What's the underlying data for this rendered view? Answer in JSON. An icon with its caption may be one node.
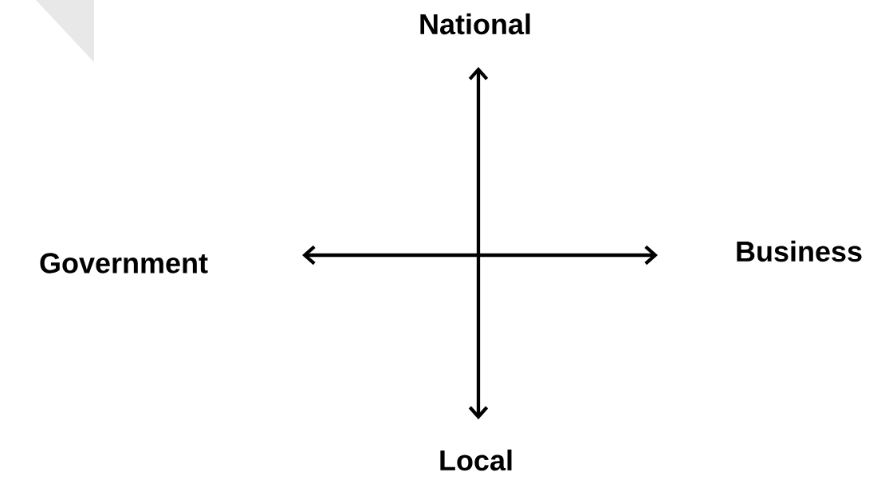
{
  "diagram": {
    "labels": [
      "National",
      "Government",
      "Business",
      "Local"
    ]
  }
}
